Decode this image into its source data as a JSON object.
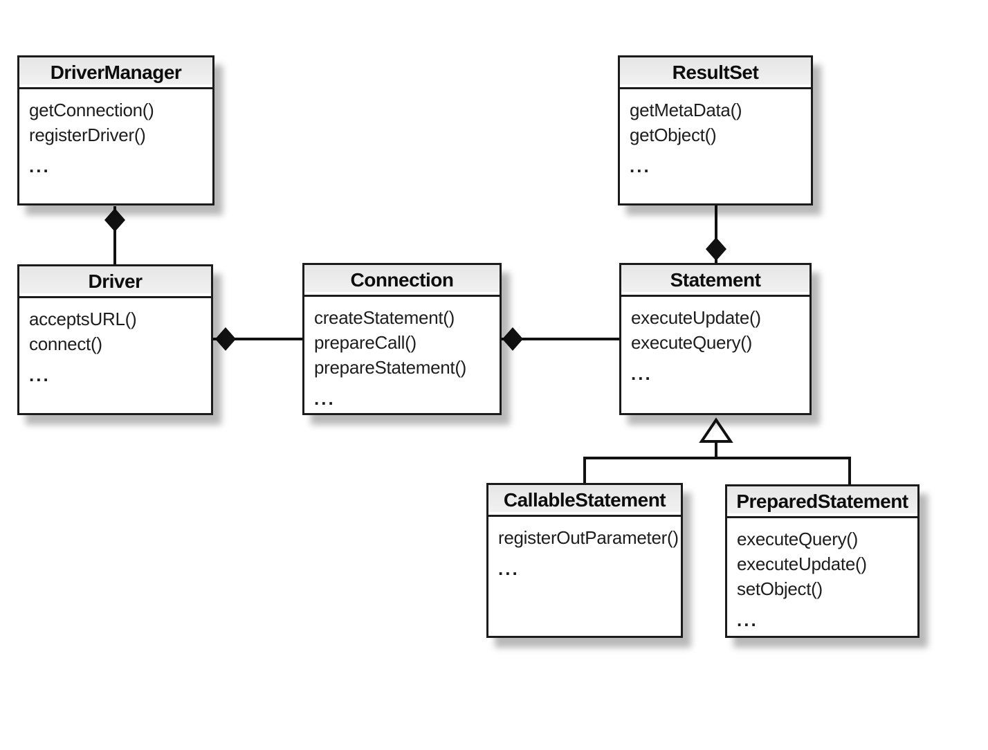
{
  "diagram_type": "uml-class-diagram",
  "classes": [
    {
      "name": "DriverManager",
      "methods": [
        "getConnection()",
        "registerDriver()",
        "..."
      ]
    },
    {
      "name": "ResultSet",
      "methods": [
        "getMetaData()",
        "getObject()",
        "..."
      ]
    },
    {
      "name": "Driver",
      "methods": [
        "acceptsURL()",
        "connect()",
        "..."
      ]
    },
    {
      "name": "Connection",
      "methods": [
        "createStatement()",
        "prepareCall()",
        "prepareStatement()",
        "..."
      ]
    },
    {
      "name": "Statement",
      "methods": [
        "executeUpdate()",
        "executeQuery()",
        "..."
      ]
    },
    {
      "name": "CallableStatement",
      "methods": [
        "registerOutParameter()",
        "..."
      ]
    },
    {
      "name": "PreparedStatement",
      "methods": [
        "executeQuery()",
        "executeUpdate()",
        "setObject()",
        "..."
      ]
    }
  ],
  "relationships": [
    {
      "from": "DriverManager",
      "to": "Driver",
      "type": "aggregation",
      "diamond_at": "DriverManager"
    },
    {
      "from": "Driver",
      "to": "Connection",
      "type": "aggregation",
      "diamond_at": "Driver"
    },
    {
      "from": "Connection",
      "to": "Statement",
      "type": "aggregation",
      "diamond_at": "Connection"
    },
    {
      "from": "Statement",
      "to": "ResultSet",
      "type": "aggregation",
      "diamond_at": "Statement"
    },
    {
      "from": "CallableStatement",
      "to": "Statement",
      "type": "inheritance"
    },
    {
      "from": "PreparedStatement",
      "to": "Statement",
      "type": "inheritance"
    }
  ],
  "colors": {
    "box_border": "#1b1b1b",
    "header_fill": "#ebebeb",
    "body_fill": "#ffffff",
    "line": "#111111",
    "shadow": "#aaaaaa"
  }
}
